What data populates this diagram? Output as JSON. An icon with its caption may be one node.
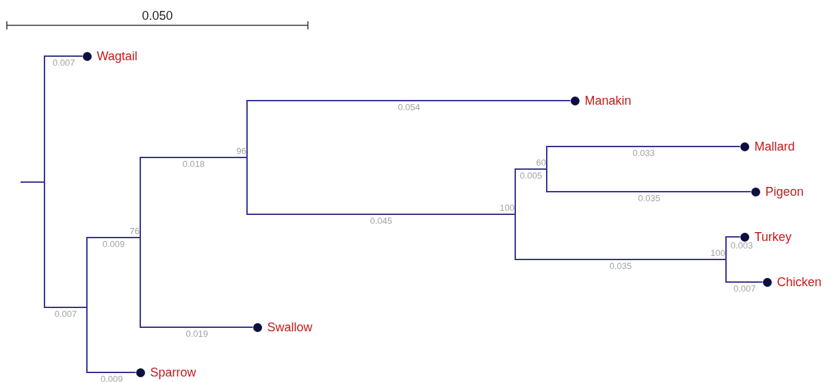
{
  "diagram": {
    "nodes": [
      {
        "text": [],
        "shape": "bar"
      },
      {
        "text": [
          "Wagtail"
        ]
      },
      {
        "text": [],
        "shape": "bar"
      },
      {
        "text": [],
        "shape": "bar",
        "beside": [
          "76"
        ]
      },
      {
        "text": [],
        "shape": "bar",
        "beside": [
          "96"
        ]
      },
      {
        "text": [
          "Manakin"
        ]
      },
      {
        "text": [],
        "shape": "bar",
        "beside": [
          "100"
        ]
      },
      {
        "text": [],
        "shape": "bar",
        "beside": [
          "60"
        ]
      },
      {
        "text": [
          "Mallard"
        ]
      },
      {
        "text": [
          "Pigeon"
        ]
      },
      {
        "text": [],
        "shape": "bar",
        "beside": [
          "100"
        ]
      },
      {
        "text": [
          "Turkey"
        ]
      },
      {
        "text": [
          "Chicken"
        ]
      },
      {
        "text": [
          "Swallow"
        ]
      },
      {
        "text": [
          "Sparrow"
        ]
      }
    ],
    "edges": [
      {
        "from": null,
        "to": 0,
        "arrow": "none"
      },
      {
        "from": 0,
        "to": 1,
        "arrow": "none",
        "label": "0.007"
      },
      {
        "from": 0,
        "to": 2,
        "arrow": "none",
        "label": "0.007"
      },
      {
        "from": 2,
        "to": 3,
        "arrow": "none",
        "label": "0.009"
      },
      {
        "from": 2,
        "to": 14,
        "arrow": "none",
        "label": "0.009"
      },
      {
        "from": 3,
        "to": 4,
        "arrow": "none",
        "label": "0.018"
      },
      {
        "from": 3,
        "to": 13,
        "arrow": "none",
        "label": "0.019"
      },
      {
        "from": 4,
        "to": 5,
        "arrow": "none",
        "label": "0.054"
      },
      {
        "from": 4,
        "to": 6,
        "arrow": "none",
        "label": "0.045"
      },
      {
        "from": 6,
        "to": 7,
        "arrow": "none",
        "label": "0.005"
      },
      {
        "from": 6,
        "to": 10,
        "arrow": "none",
        "label": "0.035"
      },
      {
        "from": 7,
        "to": 8,
        "arrow": "none",
        "label": "0.033"
      },
      {
        "from": 7,
        "to": 9,
        "arrow": "none",
        "label": "0.035"
      },
      {
        "from": 10,
        "to": 11,
        "arrow": "none",
        "label": "0.003"
      },
      {
        "from": 10,
        "to": 12,
        "arrow": "none",
        "label": "0.007"
      }
    ],
    "labels": [
      "0.050"
    ]
  }
}
